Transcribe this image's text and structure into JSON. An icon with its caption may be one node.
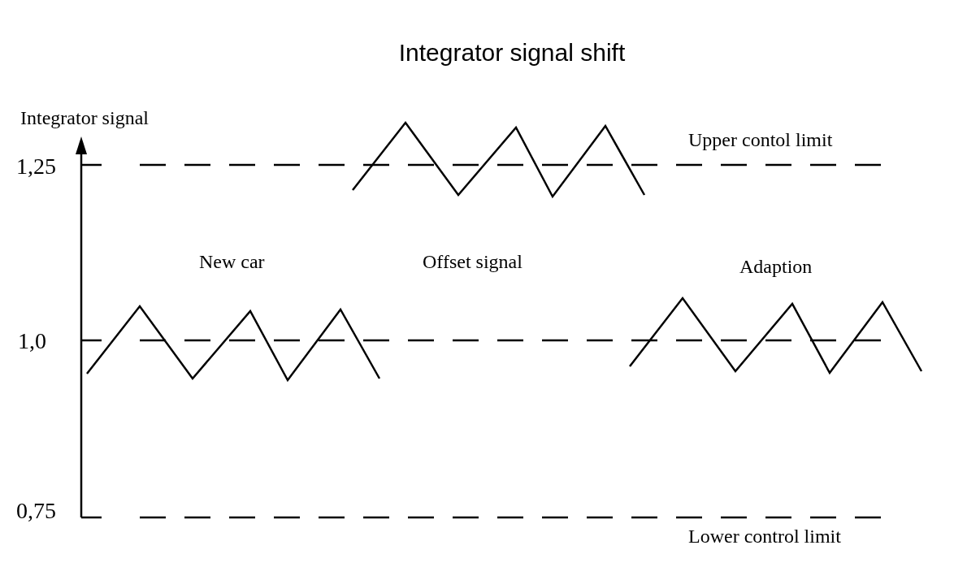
{
  "diagram": {
    "title": "Integrator signal shift",
    "labels": [
      "Integrator signal",
      "1,25",
      "Upper contol limit",
      "New car",
      "Offset signal",
      "Adaption",
      "1,0",
      "0,75",
      "Lower control limit"
    ]
  }
}
